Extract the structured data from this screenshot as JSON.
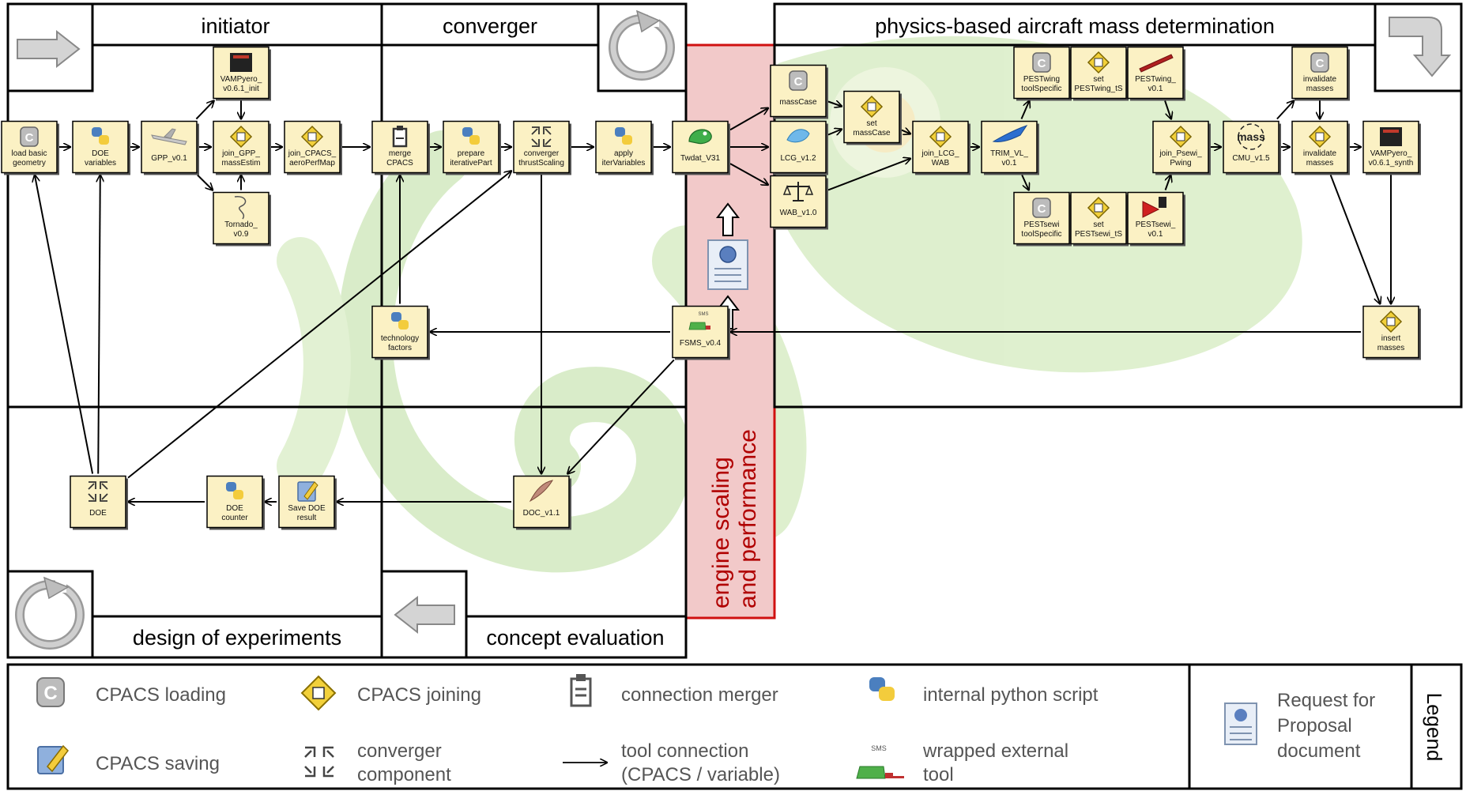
{
  "sections": {
    "initiator": "initiator",
    "converger": "converger",
    "mass": "physics-based aircraft mass determination",
    "doe": "design of experiments",
    "concept": "concept evaluation",
    "engine_line1": "engine scaling",
    "engine_line2": "and performance"
  },
  "nodes": [
    {
      "id": "load_geom",
      "icon": "cpacs-loading-icon",
      "label": [
        "load basic",
        "geometry"
      ]
    },
    {
      "id": "doe_vars",
      "icon": "python-script-icon",
      "label": [
        "DOE",
        "variables"
      ]
    },
    {
      "id": "gpp",
      "icon": "aircraft-icon",
      "label": [
        "GPP_v0.1"
      ]
    },
    {
      "id": "vamp_init",
      "icon": "vampyero-icon",
      "label": [
        "VAMPyero_",
        "v0.6.1_init"
      ]
    },
    {
      "id": "join_gpp",
      "icon": "cpacs-joining-icon",
      "label": [
        "join_GPP_",
        "massEstim"
      ]
    },
    {
      "id": "tornado",
      "icon": "tornado-icon",
      "label": [
        "Tornado_",
        "v0.9"
      ]
    },
    {
      "id": "join_cpacs",
      "icon": "cpacs-joining-icon",
      "label": [
        "join_CPACS_",
        "aeroPerfMap"
      ]
    },
    {
      "id": "merge",
      "icon": "connection-merger-icon",
      "label": [
        "merge",
        "CPACS"
      ]
    },
    {
      "id": "prepare",
      "icon": "python-script-icon",
      "label": [
        "prepare",
        "iterativePart"
      ]
    },
    {
      "id": "conv_thrust",
      "icon": "converger-component-icon",
      "label": [
        "converger",
        "thrustScaling"
      ]
    },
    {
      "id": "apply",
      "icon": "python-script-icon",
      "label": [
        "apply",
        "iterVariables"
      ]
    },
    {
      "id": "tech",
      "icon": "python-script-icon",
      "label": [
        "technology",
        "factors"
      ]
    },
    {
      "id": "twdat",
      "icon": "chameleon-icon",
      "label": [
        "Twdat_V31"
      ]
    },
    {
      "id": "fsms",
      "icon": "wrapped-tool-icon",
      "label": [
        "FSMS_v0.4"
      ]
    },
    {
      "id": "masscase",
      "icon": "cpacs-loading-icon",
      "label": [
        "massCase"
      ]
    },
    {
      "id": "lcg",
      "icon": "lcg-icon",
      "label": [
        "LCG_v1.2"
      ]
    },
    {
      "id": "wab",
      "icon": "balance-scale-icon",
      "label": [
        "WAB_v1.0"
      ]
    },
    {
      "id": "set_masscase",
      "icon": "cpacs-joining-icon",
      "label": [
        "set",
        "massCase"
      ]
    },
    {
      "id": "join_lcg",
      "icon": "cpacs-joining-icon",
      "label": [
        "join_LCG_",
        "WAB"
      ]
    },
    {
      "id": "trim",
      "icon": "trim-icon",
      "label": [
        "TRIM_VL_",
        "v0.1"
      ]
    },
    {
      "id": "pestwing_ts",
      "icon": "cpacs-loading-icon",
      "label": [
        "PESTwing",
        "toolSpecific"
      ]
    },
    {
      "id": "set_pestwing",
      "icon": "cpacs-joining-icon",
      "label": [
        "set",
        "PESTwing_tS"
      ]
    },
    {
      "id": "pestwing",
      "icon": "wing-icon",
      "label": [
        "PESTwing_",
        "v0.1"
      ]
    },
    {
      "id": "pestsewi_ts",
      "icon": "cpacs-loading-icon",
      "label": [
        "PESTsewi",
        "toolSpecific"
      ]
    },
    {
      "id": "set_pestsewi",
      "icon": "cpacs-joining-icon",
      "label": [
        "set",
        "PESTsewi_tS"
      ]
    },
    {
      "id": "pestsewi",
      "icon": "sewi-icon",
      "label": [
        "PESTsewi_",
        "v0.1"
      ]
    },
    {
      "id": "join_psewi",
      "icon": "cpacs-joining-icon",
      "label": [
        "join_Psewi_",
        "Pwing"
      ]
    },
    {
      "id": "cmu",
      "icon": "mass-icon",
      "label": [
        "CMU_v1.5"
      ]
    },
    {
      "id": "inval1",
      "icon": "cpacs-loading-icon",
      "label": [
        "invalidate",
        "masses"
      ]
    },
    {
      "id": "inval2",
      "icon": "cpacs-joining-icon",
      "label": [
        "invalidate",
        "masses"
      ]
    },
    {
      "id": "vamp_synth",
      "icon": "vampyero-icon",
      "label": [
        "VAMPyero_",
        "v0.6.1_synth"
      ]
    },
    {
      "id": "insert",
      "icon": "cpacs-joining-icon",
      "label": [
        "insert",
        "masses"
      ]
    },
    {
      "id": "doe",
      "icon": "converger-component-icon",
      "label": [
        "DOE"
      ]
    },
    {
      "id": "doe_counter",
      "icon": "python-script-icon",
      "label": [
        "DOE",
        "counter"
      ]
    },
    {
      "id": "save_doe",
      "icon": "cpacs-saving-icon",
      "label": [
        "Save DOE",
        "result"
      ]
    },
    {
      "id": "doc",
      "icon": "doc-feather-icon",
      "label": [
        "DOC_v1.1"
      ]
    }
  ],
  "legend": {
    "title": "Legend",
    "items": [
      {
        "icon": "cpacs-loading-icon",
        "lines": [
          "CPACS loading"
        ]
      },
      {
        "icon": "cpacs-joining-icon",
        "lines": [
          "CPACS joining"
        ]
      },
      {
        "icon": "connection-merger-icon",
        "lines": [
          "connection merger"
        ]
      },
      {
        "icon": "python-script-icon",
        "lines": [
          "internal python script"
        ]
      },
      {
        "icon": "cpacs-saving-icon",
        "lines": [
          "CPACS saving"
        ]
      },
      {
        "icon": "converger-component-icon",
        "lines": [
          "converger",
          "component"
        ]
      },
      {
        "icon": "arrow-icon",
        "lines": [
          "tool connection",
          "(CPACS / variable)"
        ]
      },
      {
        "icon": "wrapped-tool-icon",
        "lines": [
          "wrapped external",
          "tool"
        ]
      },
      {
        "icon": "rfp-document-icon",
        "lines": [
          "Request for",
          "Proposal",
          "document"
        ]
      }
    ]
  },
  "colors": {
    "node_fill": "#fbf1c4",
    "engine_fill": "#f2c9c9",
    "engine_border": "#d01010",
    "engine_text": "#b00000",
    "legend_text": "#555555"
  }
}
